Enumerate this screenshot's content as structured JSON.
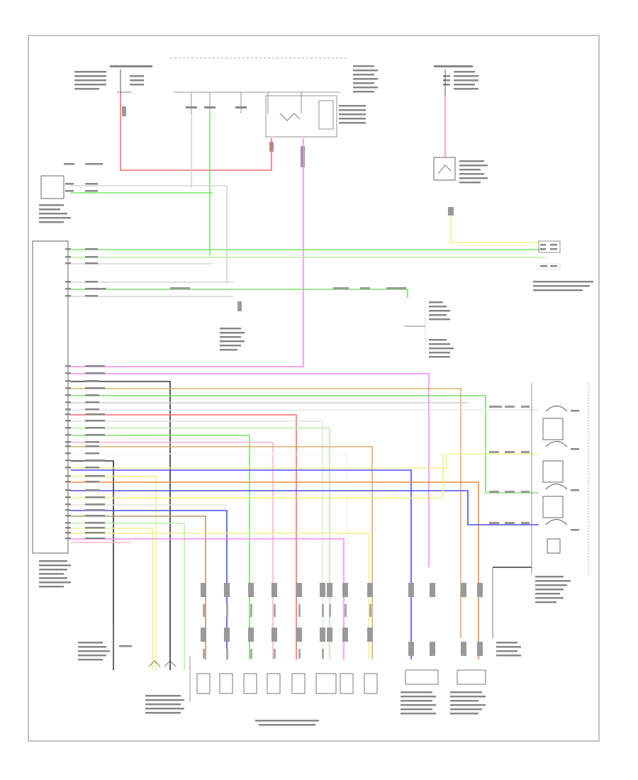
{
  "diagram": {
    "page_code": "",
    "wire_colors": {
      "red": "#ff6a6a",
      "green": "#7be06b",
      "light_green": "#b6f0a6",
      "yellow": "#f4f08a",
      "magenta": "#f58af5",
      "blue": "#4a4aff",
      "orange": "#ff8a3c",
      "tan": "#d8b070",
      "brown": "#b8946a",
      "gray": "#cfcfcf",
      "black": "#333333",
      "white": "#e4e4e4",
      "pink": "#f5b6c8"
    },
    "components": [
      "hot-at-all-times-left",
      "ignition-switch-area",
      "hot-at-all-times-right",
      "relay-right",
      "data-link-connector",
      "engine-control-module",
      "transmission-control-module",
      "shift-lock-unit",
      "range-switch",
      "neutral-safety-switch",
      "speed-sensors",
      "solenoid-group",
      "temperature-sensor",
      "pressure-sensor"
    ]
  }
}
